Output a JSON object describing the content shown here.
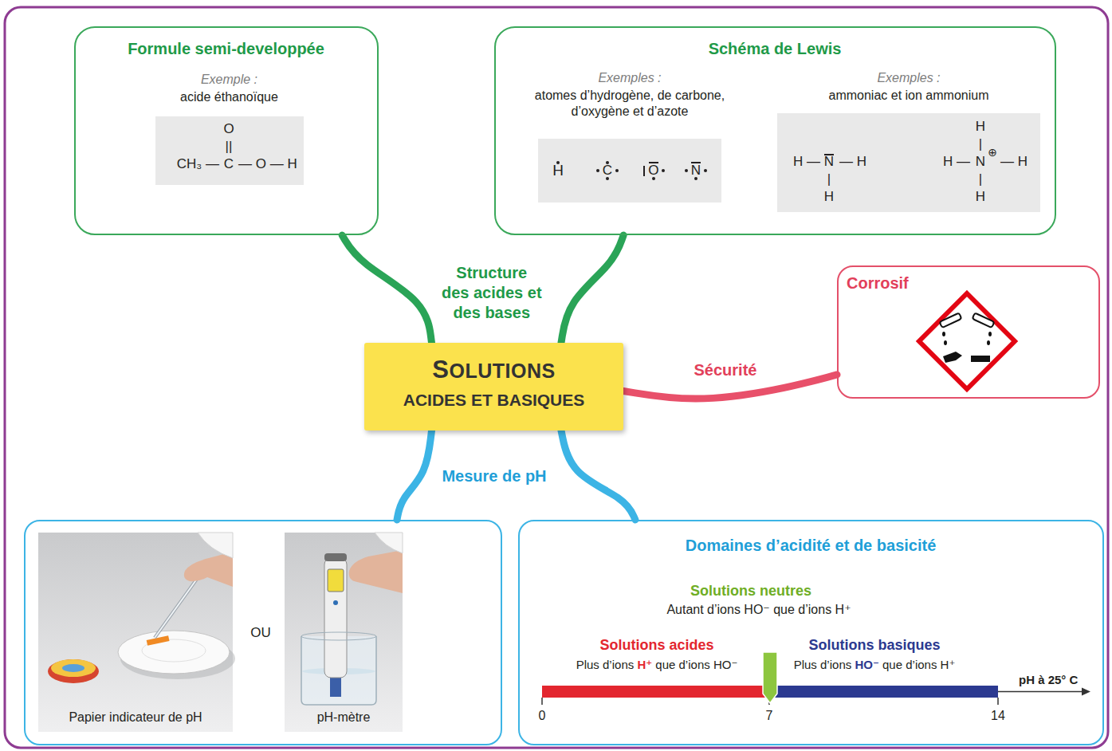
{
  "diagram": {
    "nodes": [
      {
        "text": [
          "Formule semi-developpée"
        ]
      },
      {
        "text": [
          "Exemple :",
          "acide éthanoïque",
          "O",
          "||",
          "CH₃ —",
          "C",
          "— O — H"
        ],
        "in": 0
      },
      {
        "text": [
          "Schéma de Lewis"
        ]
      },
      {
        "text": [
          "Exemples :",
          "atomes d’hydrogène, de carbone, d’oxygène et d’azote",
          "H",
          "C",
          "O",
          "N"
        ],
        "in": 2
      },
      {
        "text": [
          "Exemples :",
          "ammoniac et ion ammonium",
          "H —",
          "N",
          "— H",
          "|",
          "H",
          "H",
          "|",
          "H —",
          "N",
          "⊕",
          "— H",
          "|",
          "H"
        ],
        "in": 2
      },
      {
        "text": [
          "Corrosif"
        ]
      },
      {
        "text": [
          "SOLUTIONS",
          "ACIDES ET BASIQUES"
        ]
      },
      {
        "text": [
          "OU"
        ]
      },
      {
        "text": [
          "Papier indicateur de pH"
        ],
        "in": 7
      },
      {
        "text": [
          "pH-mètre"
        ],
        "in": 7
      },
      {
        "text": [
          "Domaines d’acidité et de basicité",
          "Solutions neutres",
          "Autant d’ions HO⁻ que d’ions H⁺",
          "Solutions acides",
          "Plus d’ions H⁺ que d’ions HO⁻",
          "Solutions basiques",
          "Plus d’ions HO⁻ que d’ions H⁺"
        ]
      }
    ],
    "edges": [
      {
        "from": 6,
        "to": 0,
        "arrow": "none",
        "label": "Structure des acides et des bases"
      },
      {
        "from": 6,
        "to": 2,
        "arrow": "none"
      },
      {
        "from": 6,
        "to": 5,
        "arrow": "none",
        "label": "Sécurité"
      },
      {
        "from": 6,
        "to": 7,
        "arrow": "none",
        "label": "Mesure de pH"
      },
      {
        "from": 6,
        "to": 10,
        "arrow": "none"
      }
    ],
    "labels": [
      "0",
      "7",
      "14",
      "pH à 25° C"
    ]
  }
}
